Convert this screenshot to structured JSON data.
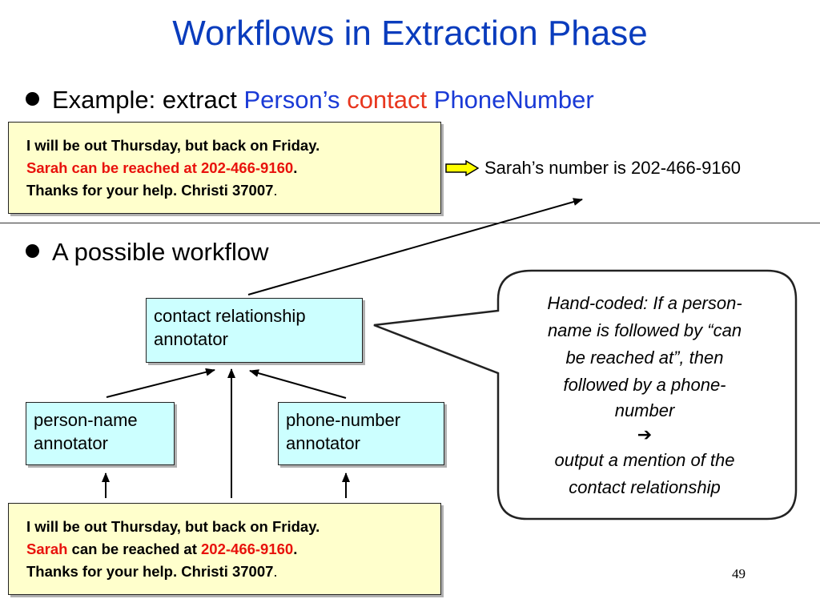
{
  "title": "Workflows in Extraction Phase",
  "bullet1": {
    "prefix": "Example: extract",
    "entity": "Person’s",
    "relation": "contact",
    "attribute": "PhoneNumber"
  },
  "memo_top": {
    "line1": "I will be out Thursday, but back on Friday.",
    "line2": "Sarah can be reached at 202-466-9160",
    "line2_end": ".",
    "line3": "Thanks for your help.  Christi 37007",
    "line3_end": "."
  },
  "result_text": "Sarah’s number is 202-466-9160",
  "bullet2": "A possible workflow",
  "contact_box": {
    "line1": "contact relationship",
    "line2": "annotator"
  },
  "person_box": {
    "line1": "person-name",
    "line2": "annotator"
  },
  "phone_box": {
    "line1": "phone-number",
    "line2": "annotator"
  },
  "callout": {
    "line1": "Hand-coded: If a person-",
    "line2": "name is followed by “can",
    "line3": "be reached at”, then",
    "line4": "followed by a phone-",
    "line5": "number",
    "arrow": "➔",
    "line6": "output a mention of the",
    "line7": "contact relationship"
  },
  "memo_bottom": {
    "line1": "I will be out Thursday, but back on Friday.",
    "line2_name": "Sarah",
    "line2_mid": " can be reached at ",
    "line2_phone": "202-466-9160",
    "line2_end": ".",
    "line3": "Thanks for your help.  Christi 37007",
    "line3_end": "."
  },
  "page_number": "49",
  "colors": {
    "title": "#0a3cbd",
    "entity_blue": "#1a3ad6",
    "relation_red": "#e8361e",
    "memo_fill": "#ffffcc",
    "box_fill": "#ccffff",
    "arrow_fill": "#ffff00"
  },
  "icons": [
    "right-block-arrow-icon",
    "right-arrow-icon",
    "bullet-dot-icon"
  ]
}
